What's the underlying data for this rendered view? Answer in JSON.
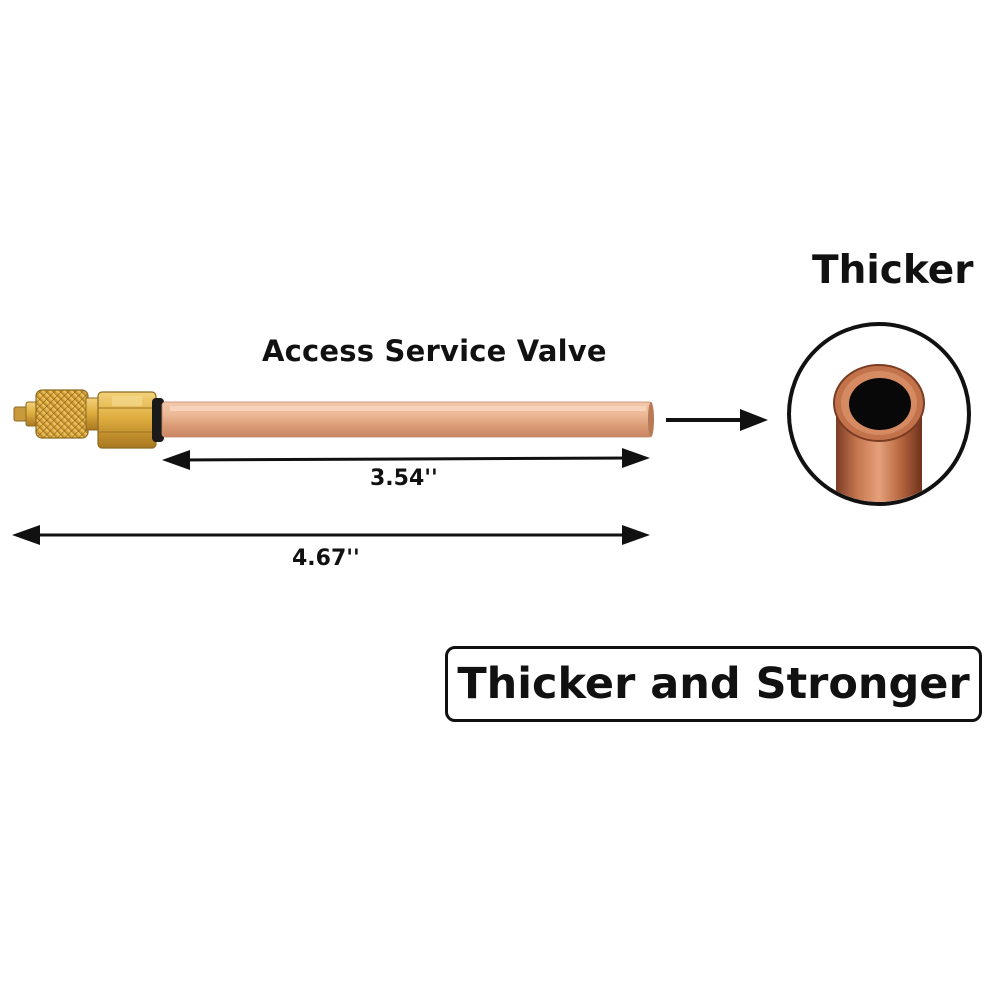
{
  "product": {
    "title": "Access Service Valve",
    "dimension_tube": "3.54''",
    "dimension_total": "4.67''"
  },
  "detail": {
    "title": "Thicker"
  },
  "badge": {
    "text": "Thicker and Stronger"
  },
  "colors": {
    "background": "#ffffff",
    "text": "#111111",
    "copper": "#e2a27c",
    "brass": "#d9a53a"
  },
  "icons": {
    "valve_image": "brass-valve-with-copper-tube",
    "tube_closeup": "copper-tube-cross-section",
    "pointer": "arrow-right-icon"
  }
}
